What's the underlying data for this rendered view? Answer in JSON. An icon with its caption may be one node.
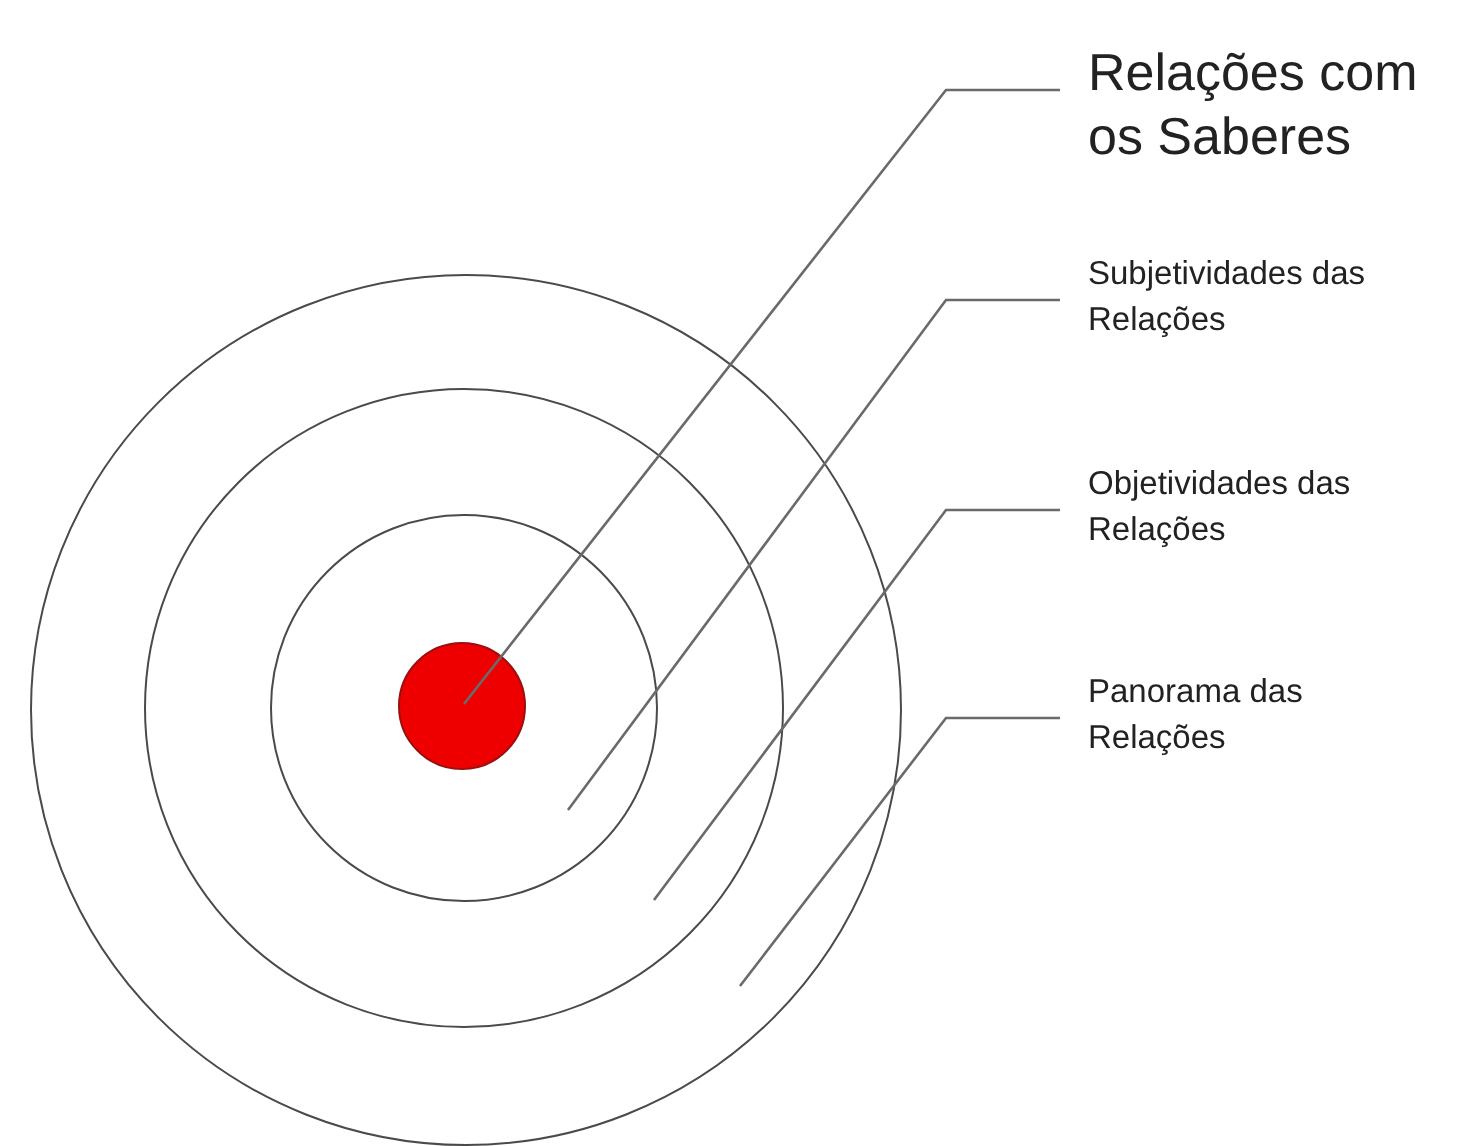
{
  "diagram": {
    "nodes": [
      {
        "text": [
          "Relações com os Saberes"
        ]
      },
      {
        "text": [
          "Subjetividades das Relações"
        ]
      },
      {
        "text": [
          "Objetividades das Relações"
        ]
      },
      {
        "text": [
          "Panorama das Relações"
        ]
      },
      {
        "text": [],
        "shape": "circle"
      },
      {
        "text": [],
        "shape": "circle",
        "in": 4
      },
      {
        "text": [],
        "shape": "circle",
        "in": 5
      },
      {
        "text": [],
        "shape": "circle",
        "in": 6
      }
    ],
    "edges": [
      {
        "from": 0,
        "to": 7,
        "arrow": "none"
      },
      {
        "from": 1,
        "to": 6,
        "arrow": "none"
      },
      {
        "from": 2,
        "to": 5,
        "arrow": "none"
      },
      {
        "from": 3,
        "to": 4,
        "arrow": "none"
      }
    ]
  }
}
